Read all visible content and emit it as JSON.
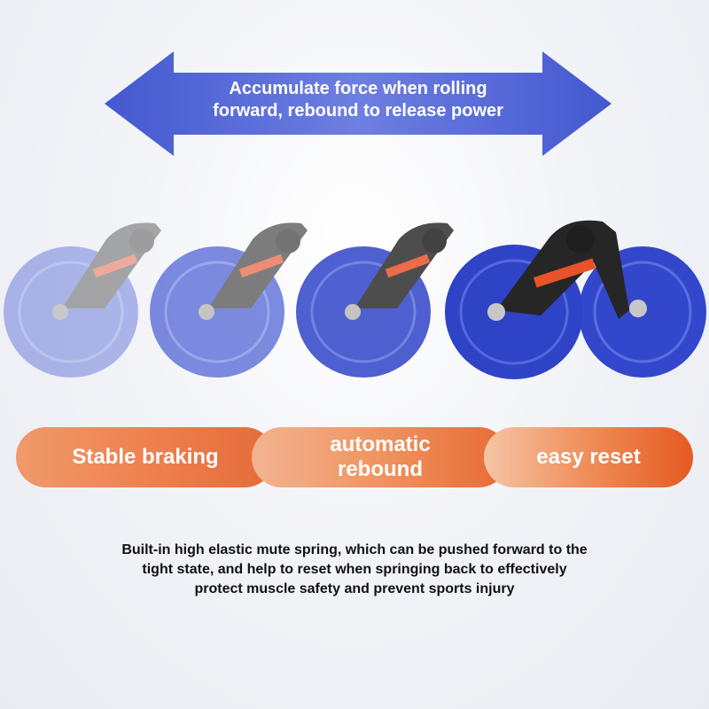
{
  "banner": {
    "arrow_text": "Accumulate force when rolling\nforward, rebound to release power",
    "arrow_color": "#4a5fd3"
  },
  "product": {
    "image_name": "ab-roller-rebound-sequence",
    "frame_count": 4,
    "wheel_color": "#3a4fd0",
    "accent_color": "#e8532a"
  },
  "features": [
    {
      "label": "Stable braking"
    },
    {
      "label": "automatic\nrebound"
    },
    {
      "label": "easy reset"
    }
  ],
  "description": "Built-in high elastic mute spring, which can be pushed forward to the\ntight state, and help to reset when springing back to effectively\nprotect muscle safety and prevent sports injury"
}
